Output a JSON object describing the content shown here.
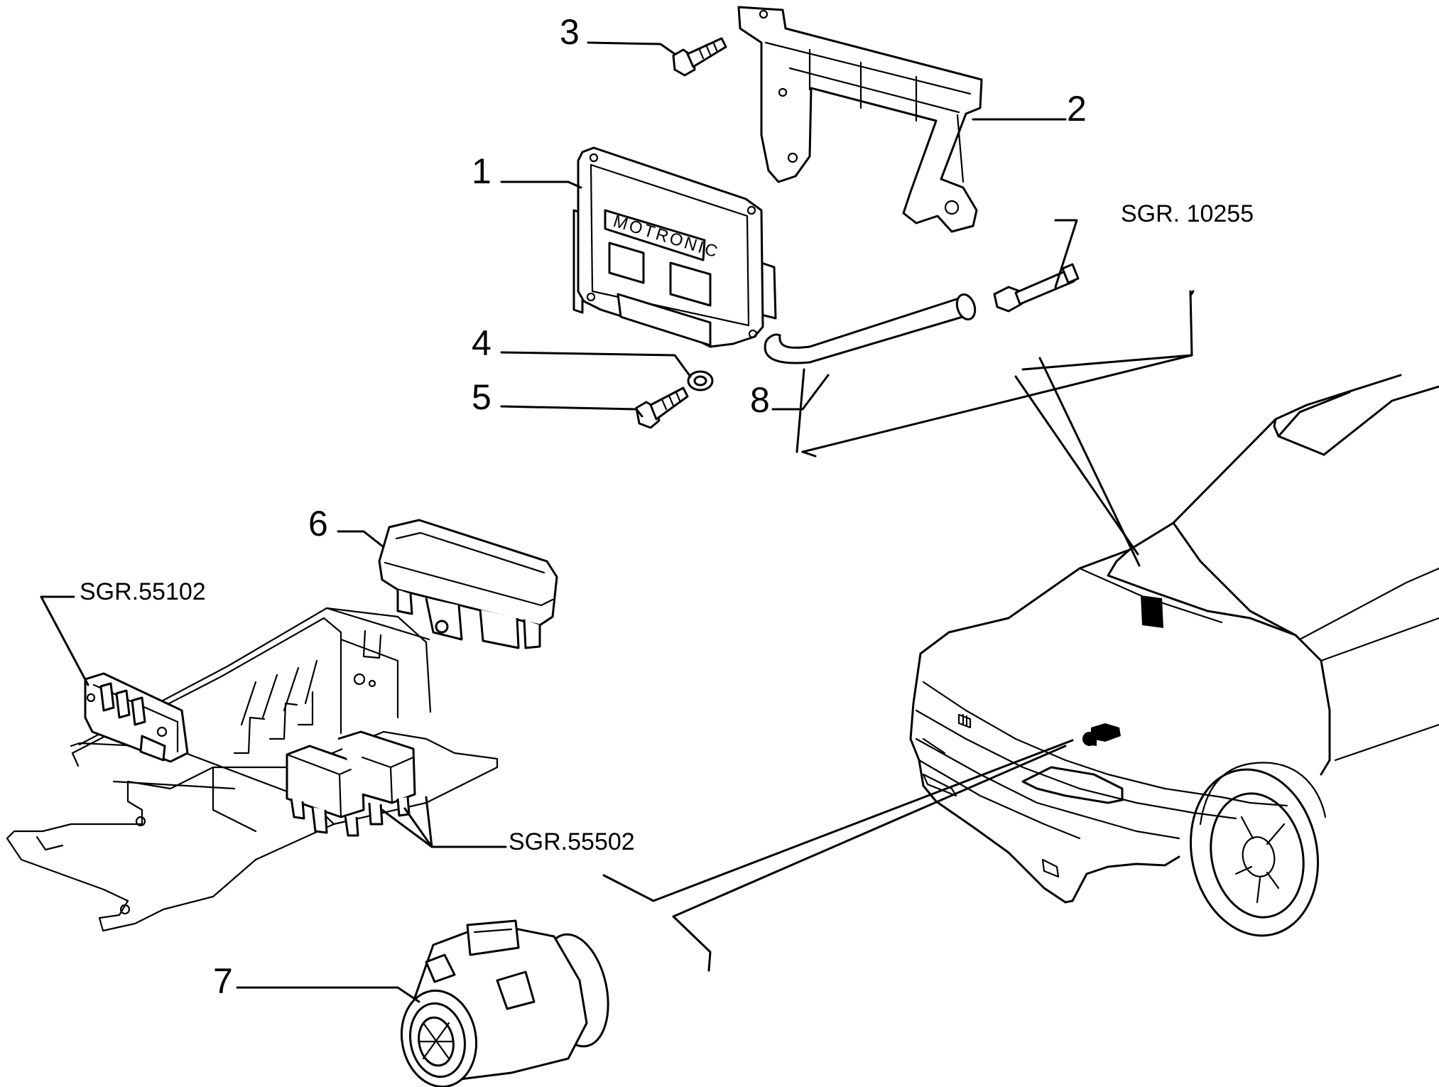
{
  "callouts": {
    "c1": "1",
    "c2": "2",
    "c3": "3",
    "c4": "4",
    "c5": "5",
    "c6": "6",
    "c7": "7",
    "c8": "8"
  },
  "references": {
    "sgr_10255": "SGR. 10255",
    "sgr_55102": "SGR.55102",
    "sgr_55502": "SGR.55502"
  },
  "parts": {
    "ecu_brand_text": "MOTRONIC"
  }
}
